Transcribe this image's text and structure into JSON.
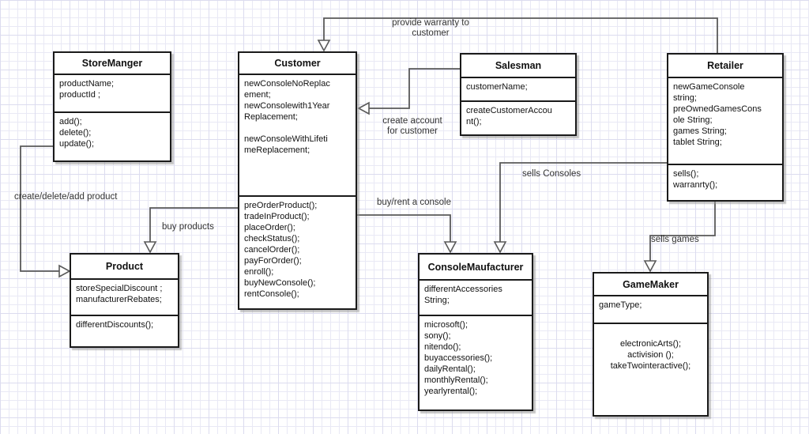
{
  "diagram": {
    "kind": "uml-class-diagram",
    "colors": {
      "box_border": "#1a1a1a",
      "box_fill": "#ffffff",
      "wire": "#595959",
      "label_text": "#333333",
      "grid_minor": "#e9e9f5",
      "grid_major": "#dcdcef"
    },
    "classes": [
      {
        "name": "StoreManger",
        "attributes": [
          "productName;",
          "productId ;"
        ],
        "methods": [
          "add();",
          "delete();",
          "update();"
        ]
      },
      {
        "name": "Customer",
        "attributes": [
          "newConsoleNoReplac",
          "ement;",
          "newConsolewith1Year",
          "Replacement;",
          "",
          "newConsoleWithLifeti",
          "meReplacement;"
        ],
        "methods": [
          "preOrderProduct();",
          "tradeInProduct();",
          "placeOrder();",
          "checkStatus();",
          "cancelOrder();",
          "payForOrder();",
          "enroll();",
          "buyNewConsole();",
          "rentConsole();"
        ]
      },
      {
        "name": "Salesman",
        "attributes": [
          "customerName;"
        ],
        "methods": [
          "createCustomerAccou",
          "nt();"
        ]
      },
      {
        "name": "Retailer",
        "attributes": [
          "newGameConsole",
          "string;",
          "preOwnedGamesCons",
          "ole String;",
          "games String;",
          "tablet String;"
        ],
        "methods": [
          "sells();",
          "warranrty();"
        ]
      },
      {
        "name": "Product",
        "attributes": [
          "storeSpecialDiscount ;",
          "manufacturerRebates;"
        ],
        "methods": [
          "differentDiscounts();"
        ]
      },
      {
        "name": "ConsoleMaufacturer",
        "attributes": [
          "differentAccessories",
          "String;"
        ],
        "methods": [
          "microsoft();",
          "sony();",
          "nitendo();",
          "buyaccessories();",
          "dailyRental();",
          "monthlyRental();",
          "yearlyrental();"
        ]
      },
      {
        "name": "GameMaker",
        "attributes": [
          "gameType;"
        ],
        "methods": [
          "",
          "electronicArts();",
          "activision ();",
          "takeTwointeractive();"
        ]
      }
    ],
    "relations": [
      {
        "from": "Retailer",
        "to": "Customer",
        "label": "provide warranty to customer",
        "lines": [
          "provide warranty to",
          "customer"
        ]
      },
      {
        "from": "Salesman",
        "to": "Customer",
        "label": "create account for customer",
        "lines": [
          "create account",
          "for customer"
        ]
      },
      {
        "from": "StoreManger",
        "to": "Product",
        "label": "create/delete/add product",
        "lines": [
          "create/delete/add product"
        ]
      },
      {
        "from": "Customer",
        "to": "Product",
        "label": "buy products",
        "lines": [
          "buy products"
        ]
      },
      {
        "from": "Customer",
        "to": "ConsoleMaufacturer",
        "label": "buy/rent a console",
        "lines": [
          "buy/rent a console"
        ]
      },
      {
        "from": "Retailer",
        "to": "ConsoleMaufacturer",
        "label": "sells Consoles",
        "lines": [
          "sells Consoles"
        ]
      },
      {
        "from": "Retailer",
        "to": "GameMaker",
        "label": "sells games",
        "lines": [
          "sells games"
        ]
      }
    ]
  }
}
